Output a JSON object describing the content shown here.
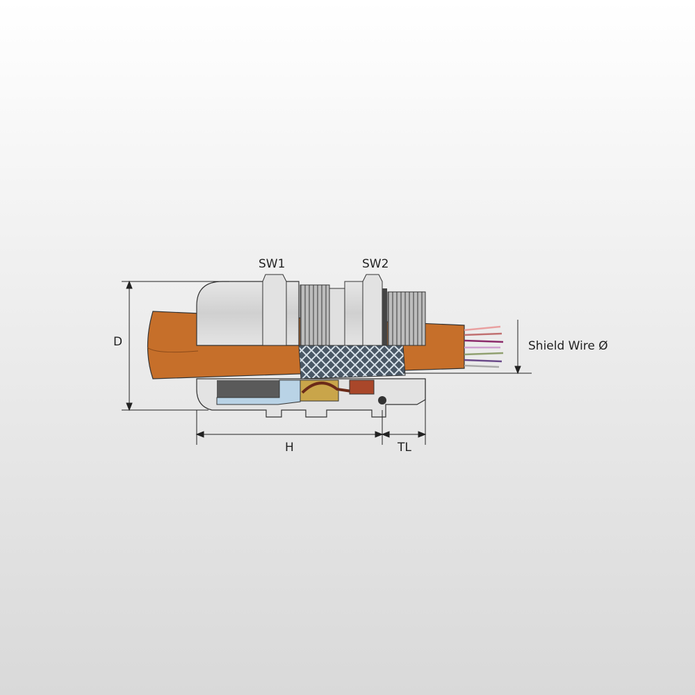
{
  "labels": {
    "sw1": "SW1",
    "sw2": "SW2",
    "d": "D",
    "h": "H",
    "tl": "TL",
    "shield_wire": "Shield Wire Ø"
  },
  "colors": {
    "cable": "#c66f2a",
    "metal": "#d9d9d9",
    "seal": "#b9d3e6",
    "brass": "#c9a54a",
    "copper": "#a9472a"
  }
}
